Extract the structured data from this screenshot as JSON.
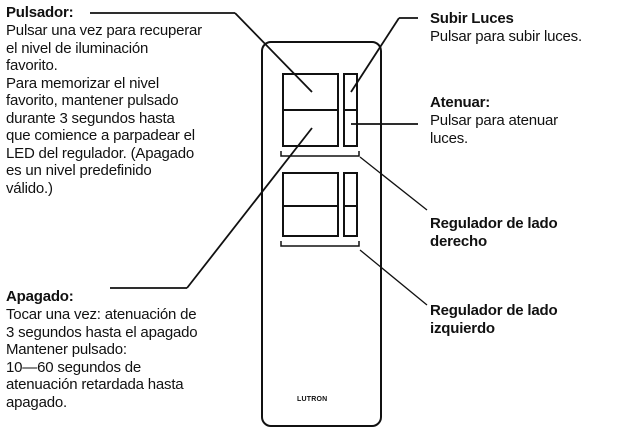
{
  "left_callouts": {
    "pulsador": {
      "title": "Pulsador:",
      "body": "Pulsar una vez para recuperar\nel nivel de iluminación\nfavorito.\nPara memorizar el nivel\nfavorito, mantener pulsado\ndurante 3 segundos hasta\nque comience a parpadear el\nLED del regulador. (Apagado\nes un nivel predefinido\nválido.)"
    },
    "apagado": {
      "title": "Apagado:",
      "body": "Tocar una vez: atenuación de\n3 segundos hasta el apagado\nMantener pulsado:\n10—60 segundos de\natenuación retardada hasta\napagado."
    }
  },
  "right_callouts": {
    "subir": {
      "title": "Subir Luces",
      "body": "Pulsar para subir luces."
    },
    "atenuar": {
      "title": "Atenuar:",
      "body": "Pulsar para atenuar\nluces."
    },
    "derecho": {
      "title": "Regulador de lado\nderecho"
    },
    "izquierdo": {
      "title": "Regulador de lado\nizquierdo"
    }
  },
  "device": {
    "brand_label": "LUTRON"
  },
  "colors": {
    "line": "#111111",
    "background": "#ffffff"
  }
}
